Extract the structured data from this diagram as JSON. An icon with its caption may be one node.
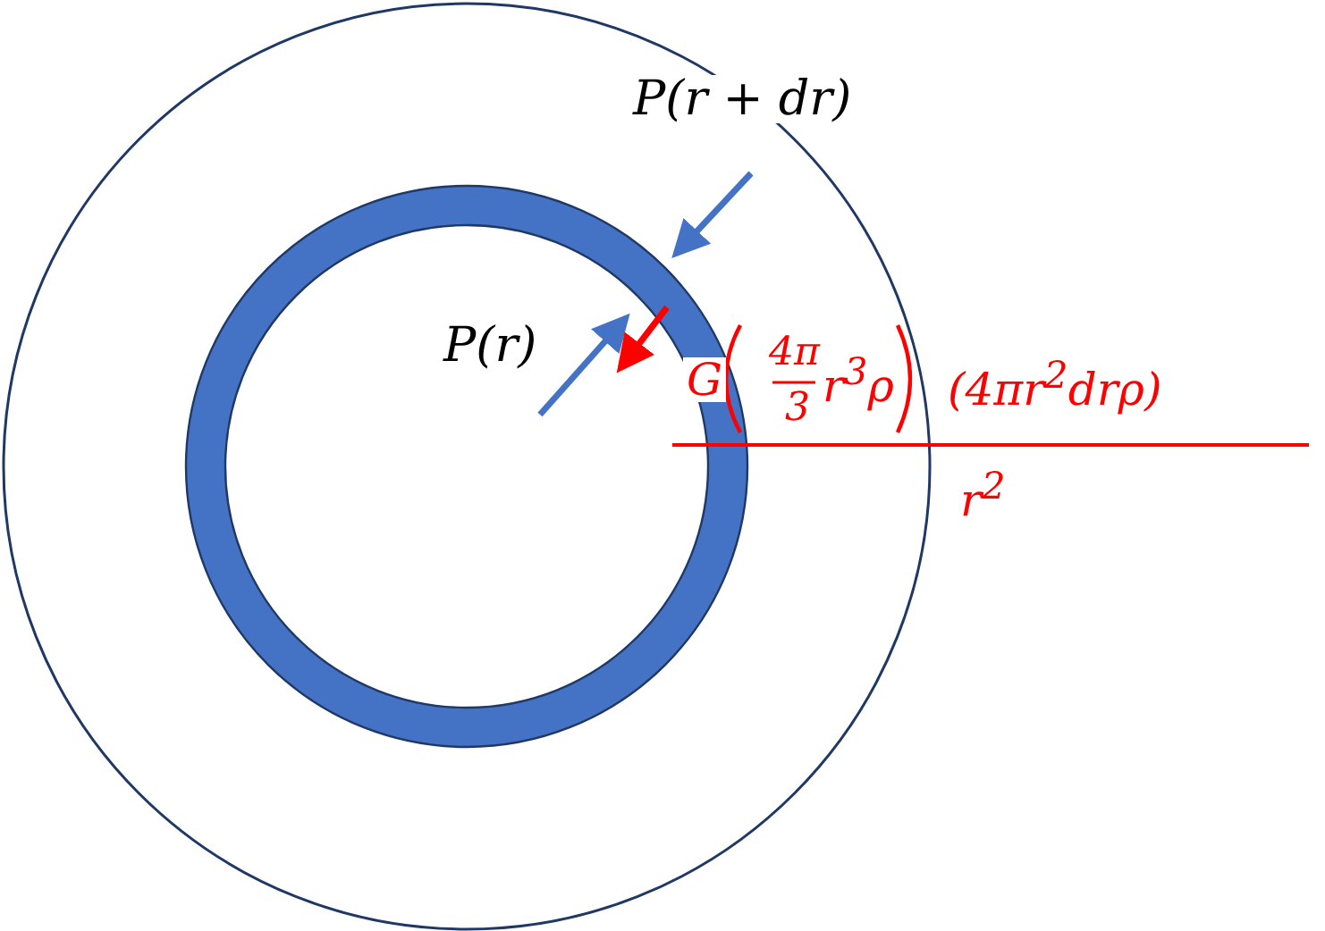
{
  "diagram": {
    "labels": [
      "P(r + dr)",
      "P(r)",
      "G",
      "4π",
      "3",
      "r$^{3}$ρ",
      "(4πr$^{2}$drρ)",
      "r$^{2}$"
    ]
  }
}
